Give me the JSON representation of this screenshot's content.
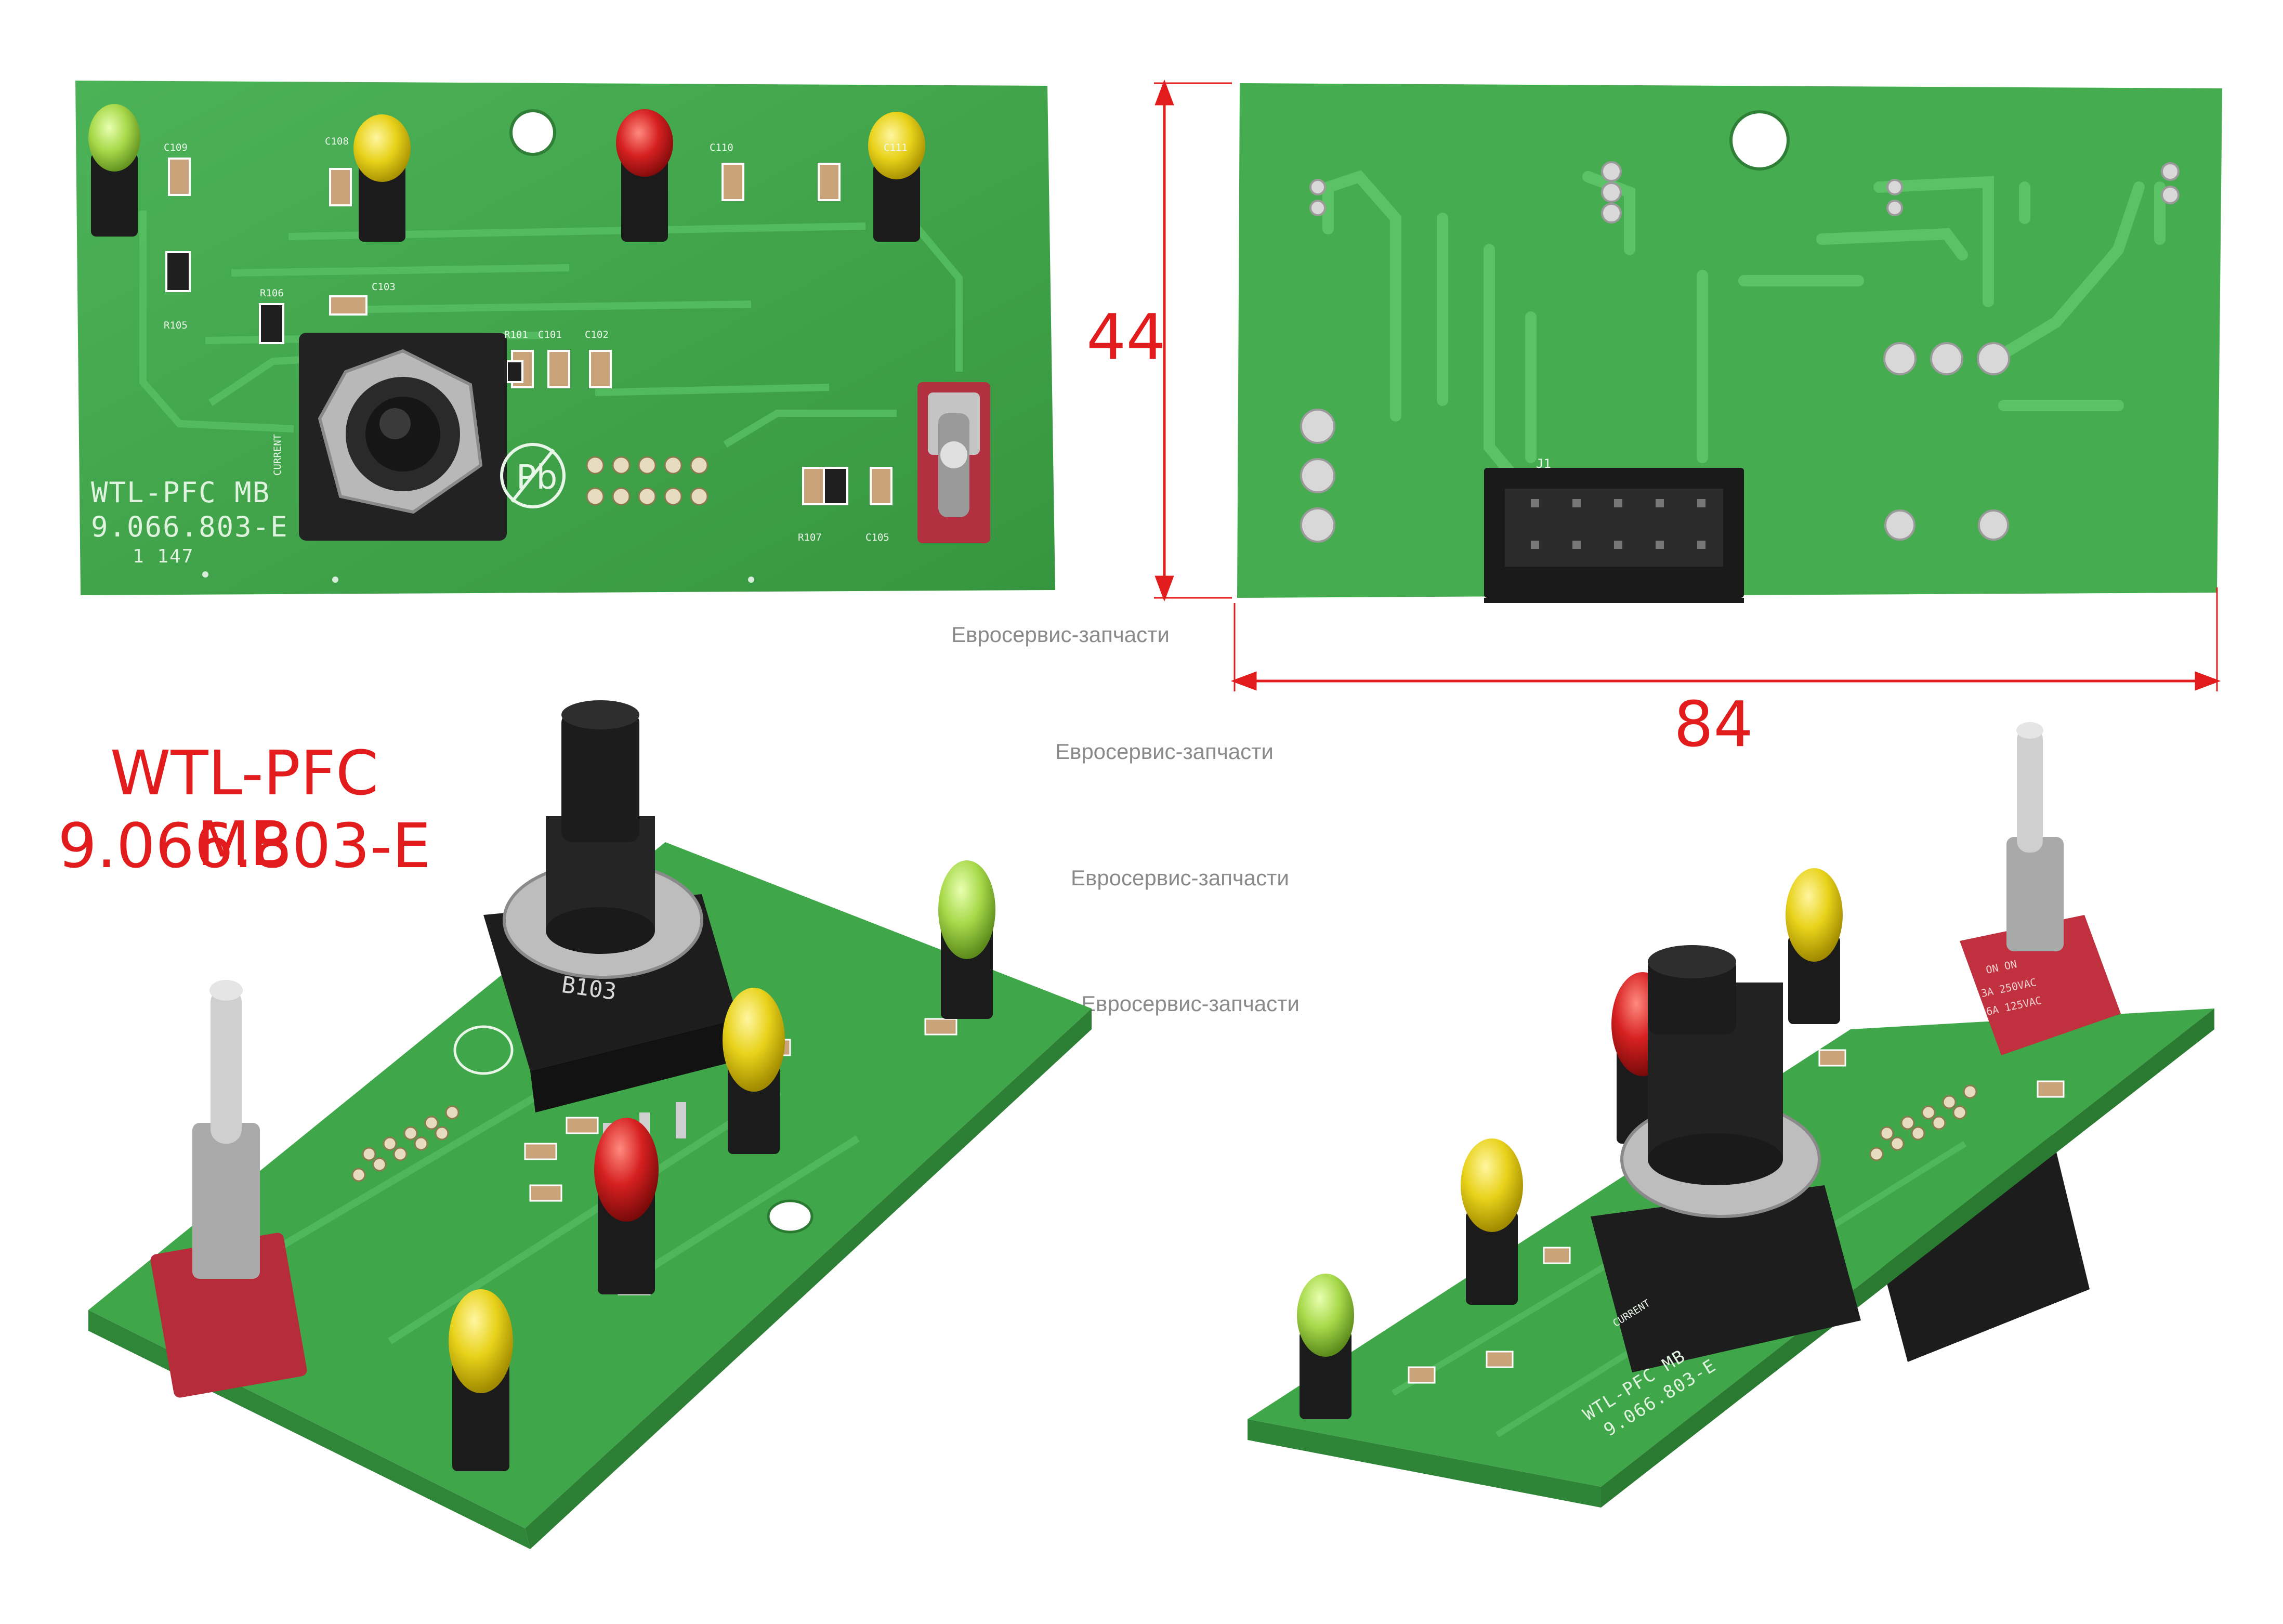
{
  "product": {
    "name_line1": "WTL-PFC MB",
    "name_line2": "9.066.803-E"
  },
  "dimensions": {
    "height_label": "44",
    "width_label": "84"
  },
  "watermark": "Евросервис-запчасти",
  "front_board": {
    "silkscreen_line1": "WTL-PFC MB",
    "silkscreen_line2": "9.066.803-E",
    "silkscreen_line3": "1 147",
    "pot_label": "CURRENT",
    "components": [
      "C109",
      "C108",
      "C110",
      "C111",
      "R105",
      "R106",
      "C103",
      "R101",
      "C101",
      "C102",
      "R107",
      "C105"
    ]
  },
  "back_board": {
    "connector_label": "J1"
  },
  "angled_view": {
    "pot_marking": "B103",
    "switch_marking_1": "ON ON",
    "switch_marking_2": "3A 250VAC",
    "switch_marking_3": "6A 125VAC"
  },
  "colors": {
    "pcb": "#3fa64a",
    "dimension": "#e21c1c",
    "led_green": "#a7d94a",
    "led_yellow": "#e8d21a",
    "led_red": "#d62020"
  }
}
